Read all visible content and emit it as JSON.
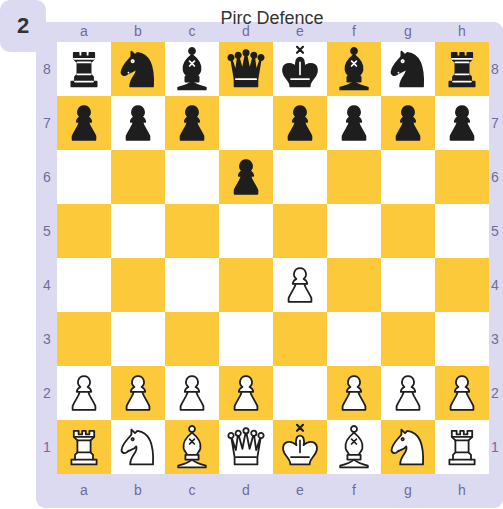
{
  "diagram": {
    "title": "Pirc Defence",
    "nodes": [
      {
        "text": [
          "2"
        ]
      }
    ],
    "labels": [
      "a",
      "b",
      "c",
      "d",
      "e",
      "f",
      "g",
      "h",
      "8",
      "8",
      "7",
      "7",
      "6",
      "6",
      "5",
      "5",
      "4",
      "4",
      "3",
      "3",
      "2",
      "2",
      "1",
      "1",
      "a",
      "b",
      "c",
      "d",
      "e",
      "f",
      "g",
      "h"
    ]
  }
}
